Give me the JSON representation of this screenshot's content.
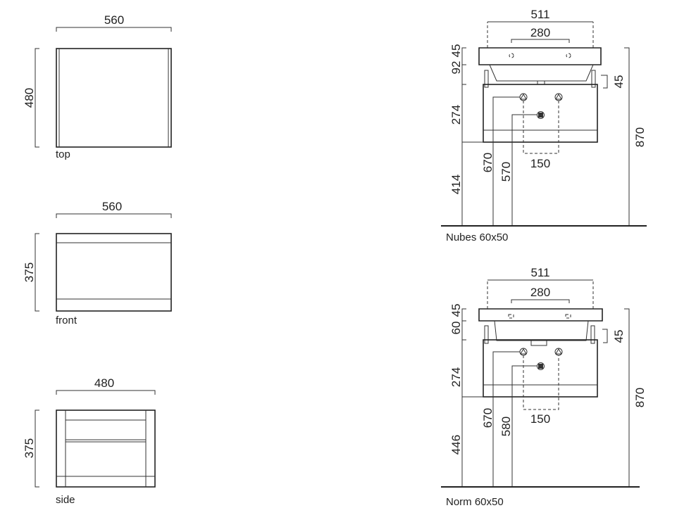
{
  "views": {
    "top": {
      "caption": "top",
      "width": "560",
      "height": "480"
    },
    "front": {
      "caption": "front",
      "width": "560",
      "height": "375"
    },
    "side": {
      "caption": "side",
      "width": "480",
      "height": "375"
    }
  },
  "nubes": {
    "caption": "Nubes 60x50",
    "d511": "511",
    "d280": "280",
    "d45a": "45",
    "d92": "92",
    "d45b": "45",
    "d274": "274",
    "d414": "414",
    "d670": "670",
    "d570": "570",
    "d150": "150",
    "d870": "870"
  },
  "norm": {
    "caption": "Norm 60x50",
    "d511": "511",
    "d280": "280",
    "d45a": "45",
    "d60": "60",
    "d45b": "45",
    "d274": "274",
    "d446": "446",
    "d670": "670",
    "d580": "580",
    "d150": "150",
    "d870": "870"
  }
}
